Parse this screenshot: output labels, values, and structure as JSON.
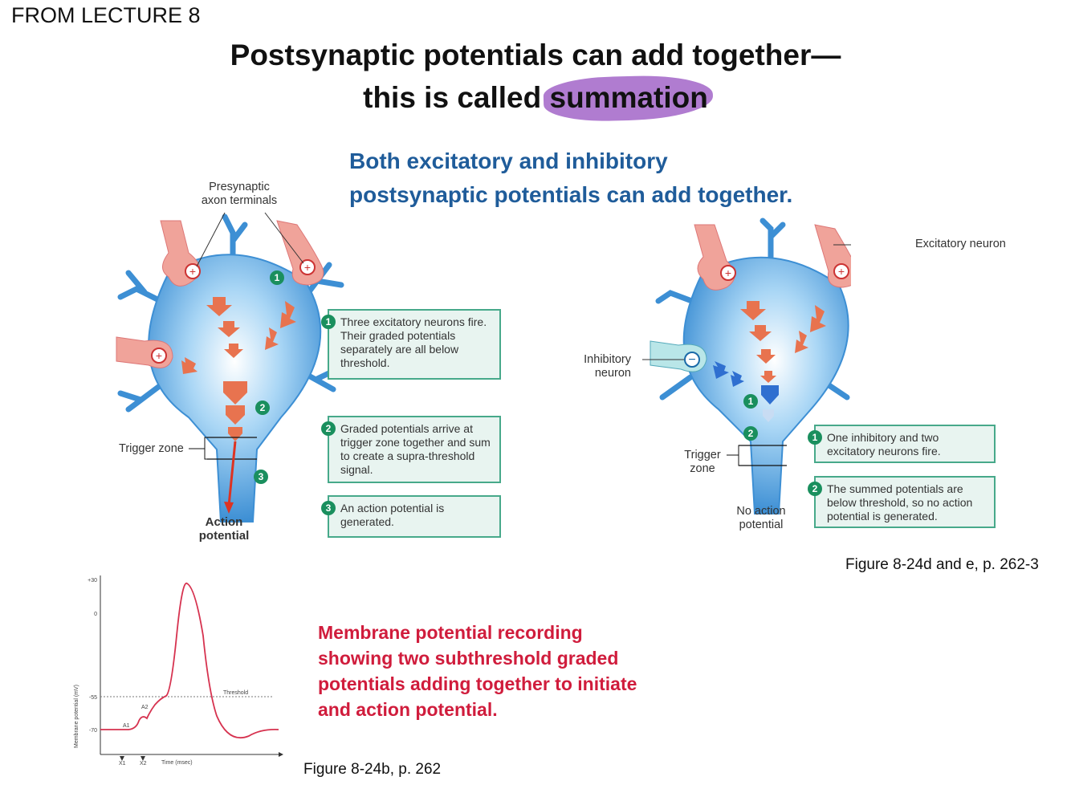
{
  "header": {
    "label": "FROM LECTURE 8"
  },
  "title": {
    "line1": "Postsynaptic potentials can add together—",
    "line2_prefix": "this is called",
    "highlight": "summation"
  },
  "note_blue": {
    "line1": "Both excitatory and inhibitory",
    "line2": "postsynaptic potentials can add together."
  },
  "figure_left": {
    "presynaptic_label": [
      "Presynaptic",
      "axon terminals"
    ],
    "trigger_zone_label": "Trigger zone",
    "action_potential_label": [
      "Action",
      "potential"
    ],
    "steps": [
      {
        "num": "1",
        "text": "Three excitatory neurons fire. Their graded potentials separately are all below threshold."
      },
      {
        "num": "2",
        "text": "Graded potentials arrive at trigger zone together and sum to create a supra-threshold signal."
      },
      {
        "num": "3",
        "text": "An action potential is generated."
      }
    ]
  },
  "figure_right": {
    "excitatory_label": "Excitatory neuron",
    "inhibitory_label": [
      "Inhibitory",
      "neuron"
    ],
    "trigger_zone_label": [
      "Trigger",
      "zone"
    ],
    "no_action_label": [
      "No action",
      "potential"
    ],
    "steps": [
      {
        "num": "1",
        "text": "One inhibitory and two excitatory neurons fire."
      },
      {
        "num": "2",
        "text": "The summed potentials are below threshold, so no action potential is generated."
      }
    ],
    "caption": "Figure 8-24d and e, p. 262-3"
  },
  "recording": {
    "ylabel": "Membrane potential (mV)",
    "y_ticks": [
      "+30",
      "0",
      "-55",
      "-70"
    ],
    "threshold_label": "Threshold",
    "x_labels": [
      "X1",
      "X2"
    ],
    "x_axis_label": "Time (msec)",
    "peak_labels": [
      "A1",
      "A2"
    ],
    "threshold_value": -55,
    "resting_value": -70,
    "peak_value": 30,
    "caption": "Figure 8-24b, p. 262"
  },
  "note_red": {
    "line1": "Membrane potential recording",
    "line2": "showing two subthreshold graded",
    "line3": "potentials adding together to initiate",
    "line4": "and action potential."
  },
  "colors": {
    "note_blue": "#1f5c9a",
    "note_red": "#d01c3c",
    "highlight": "#b07cd0",
    "neuron": "#4a9fe0",
    "terminal": "#f0a39a",
    "box_border": "#47a98a"
  }
}
